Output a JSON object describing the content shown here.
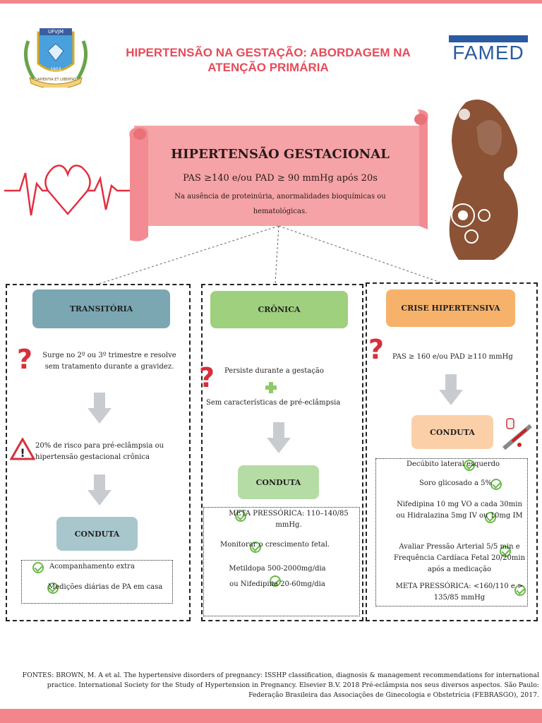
{
  "header": {
    "title": "HIPERTENSÃO NA GESTAÇÃO: ABORDAGEM NA ATENÇÃO PRIMÁRIA",
    "famed_label": "FAMED",
    "logo_text_top": "UFVJM",
    "logo_text_year": "1953",
    "logo_motto": "SAPIENTIA ET LIBERTAS"
  },
  "scroll": {
    "title": "HIPERTENSÃO GESTACIONAL",
    "criteria": "PAS ≥140 e/ou PAD ≥ 90 mmHg após 20s",
    "note": "Na ausência de proteinúria, anormalidades bioquímicas ou hematológicas."
  },
  "columns": {
    "transitoria": {
      "label": "TRANSITÓRIA",
      "color": "#7ba7b3",
      "description": "Surge no 2º ou 3º trimestre e resolve sem tratamento durante a gravidez.",
      "risk": "20% de risco para pré-eclâmpsia ou hipertensão gestacional crônica",
      "conduta_label": "CONDUTA",
      "items": [
        "Acompanhamento extra",
        "Medições diárias de PA em casa"
      ]
    },
    "cronica": {
      "label": "CRÔNICA",
      "color": "#9fd07e",
      "description_1": "Persiste durante a gestação",
      "description_2": "Sem características de pré-eclâmpsia",
      "conduta_label": "CONDUTA",
      "items": [
        "META PRESSÓRICA: 110–140/85 mmHg.",
        "Monitorar o crescimento fetal.",
        "Metildopa 500-2000mg/dia ou Nifedipina 20-60mg/dia"
      ]
    },
    "crise": {
      "label": "CRISE HIPERTENSIVA",
      "color": "#f6b26b",
      "description": "PAS ≥ 160 e/ou PAD ≥110 mmHg",
      "conduta_label": "CONDUTA",
      "items": [
        "Decúbito lateral esquerdo",
        "Soro glicosado a 5%",
        "Nifedipina 10 mg VO a cada 30min ou Hidralazina 5mg IV ou 10mg IM",
        "Avaliar Pressão Arterial 5/5 min e Frequência Cardíaca Fetal 20/20min após a medicação",
        "META PRESSÓRICA: <160/110 e > 135/85 mmHg"
      ]
    }
  },
  "footer": {
    "sources": "FONTES: BROWN, M. A et al. The hypertensive disorders of pregnancy: ISSHP classification, diagnosis & management recommendations for international practice. International Society for the Study of Hypertension in Pregnancy. Elsevier B.V. 2018 Pré-eclâmpsia nos seus diversos aspectos. São Paulo: Federação Brasileira das Associações de Ginecologia e Obstetrícia (FEBRASGO), 2017."
  },
  "colors": {
    "accent": "#f2868c",
    "title_red": "#e64b5a",
    "famed_blue": "#2a5aa0",
    "check_green": "#6bb84a",
    "question_red": "#d6303c"
  }
}
